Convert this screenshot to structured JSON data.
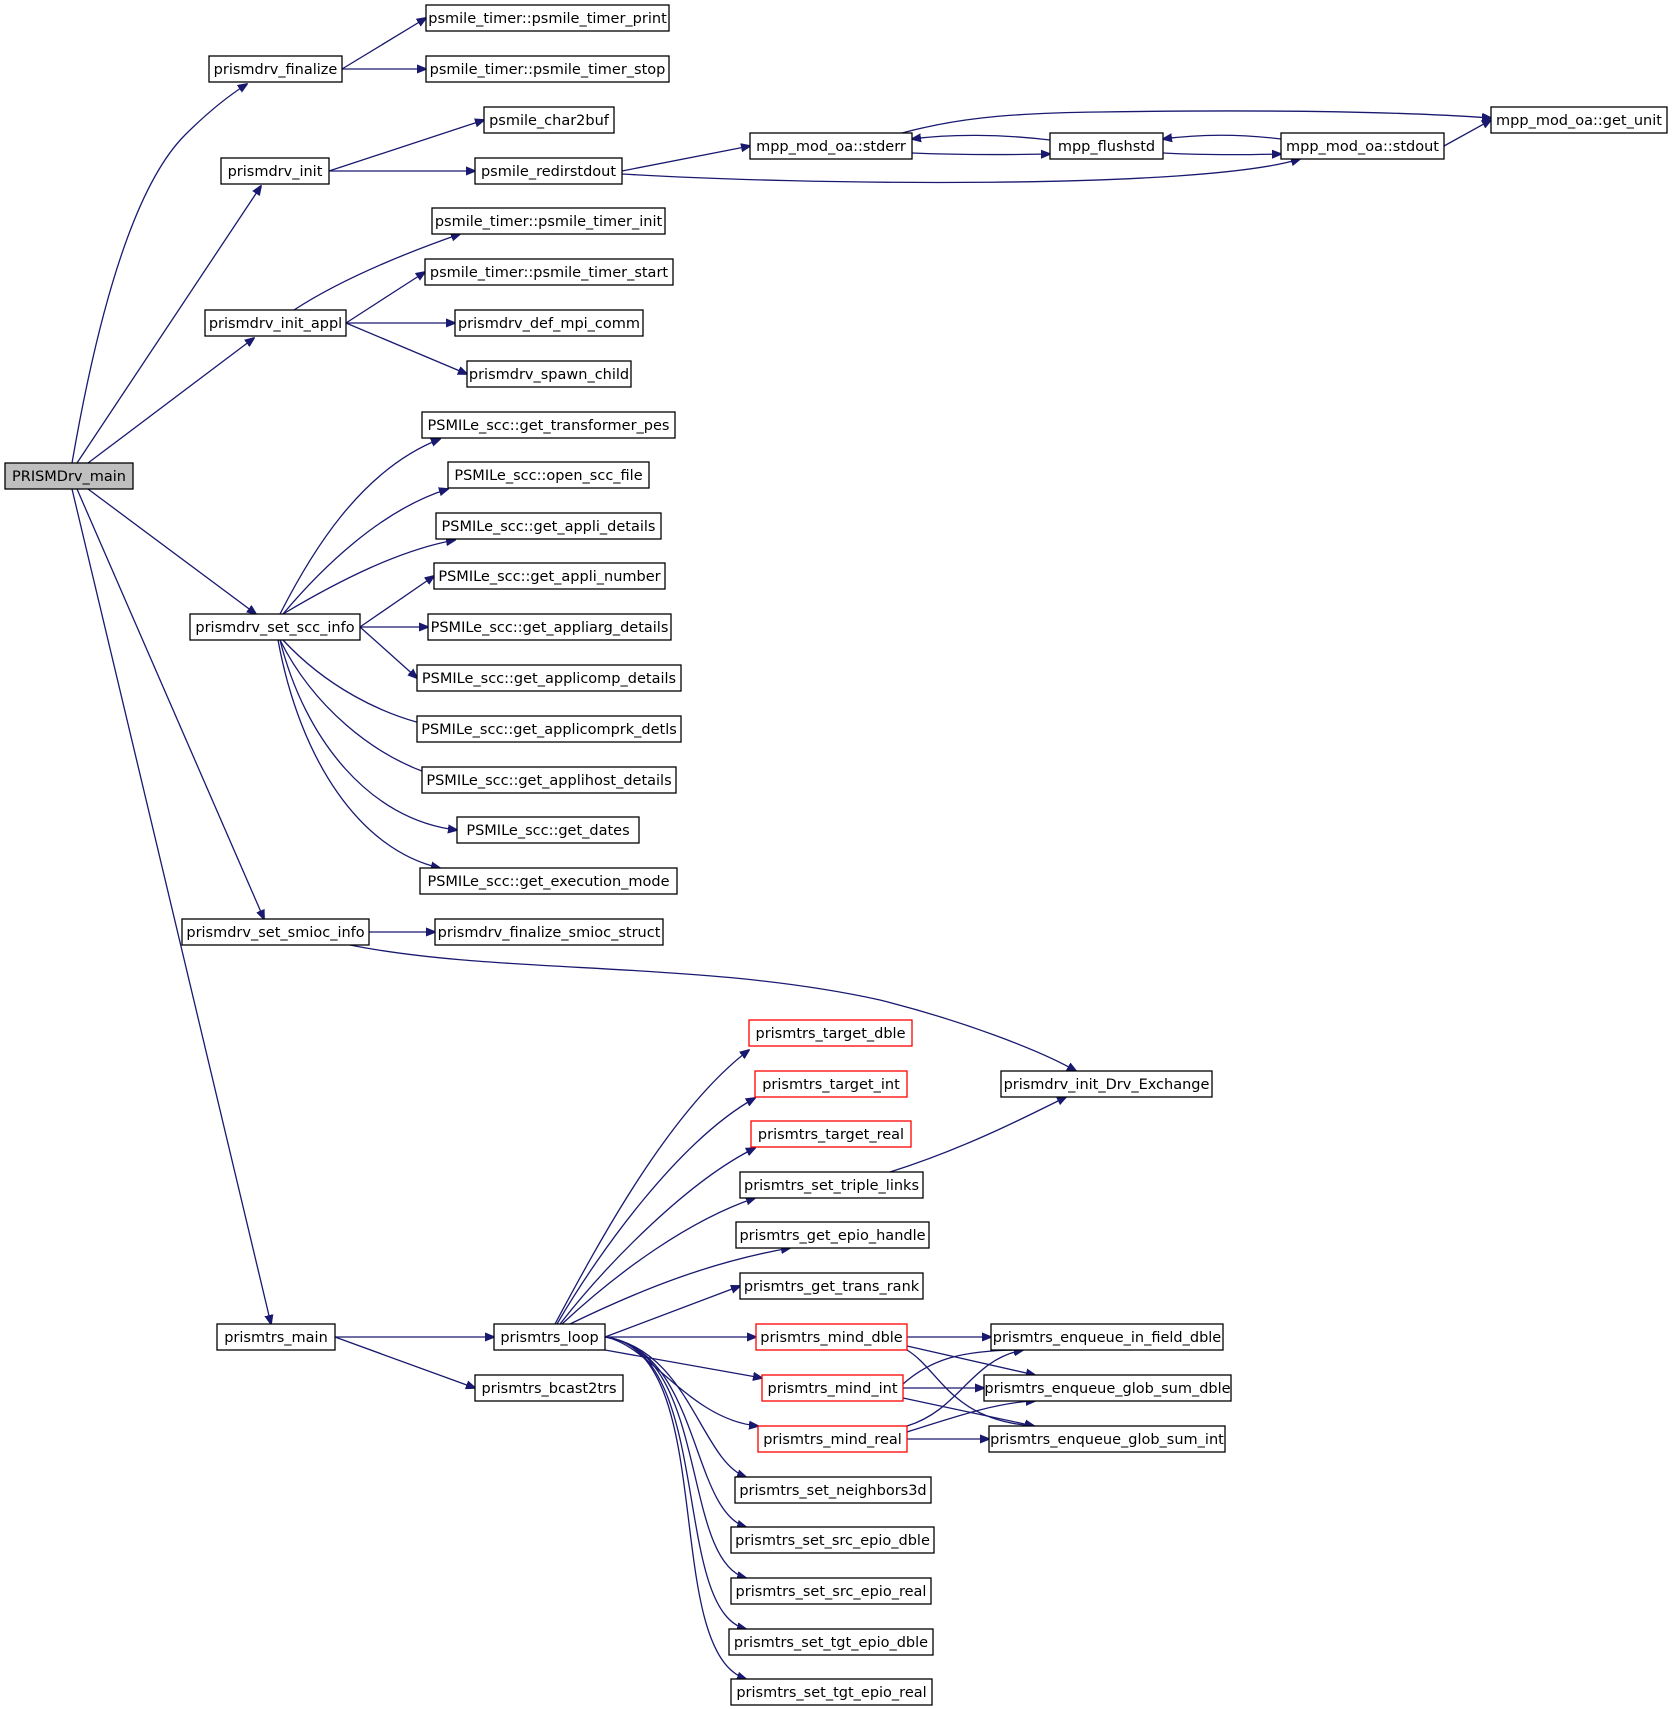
{
  "nodes": [
    {
      "id": "main",
      "label": "PRISMDrv_main",
      "style": "root"
    },
    {
      "id": "finalize",
      "label": "prismdrv_finalize"
    },
    {
      "id": "timer_print",
      "label": "psmile_timer::psmile_timer_print"
    },
    {
      "id": "timer_stop",
      "label": "psmile_timer::psmile_timer_stop"
    },
    {
      "id": "char2buf",
      "label": "psmile_char2buf"
    },
    {
      "id": "init",
      "label": "prismdrv_init"
    },
    {
      "id": "redirstdout",
      "label": "psmile_redirstdout"
    },
    {
      "id": "stderr",
      "label": "mpp_mod_oa::stderr"
    },
    {
      "id": "flushstd",
      "label": "mpp_flushstd"
    },
    {
      "id": "stdout",
      "label": "mpp_mod_oa::stdout"
    },
    {
      "id": "get_unit",
      "label": "mpp_mod_oa::get_unit"
    },
    {
      "id": "timer_init",
      "label": "psmile_timer::psmile_timer_init"
    },
    {
      "id": "timer_start",
      "label": "psmile_timer::psmile_timer_start"
    },
    {
      "id": "init_appl",
      "label": "prismdrv_init_appl"
    },
    {
      "id": "def_mpi_comm",
      "label": "prismdrv_def_mpi_comm"
    },
    {
      "id": "spawn_child",
      "label": "prismdrv_spawn_child"
    },
    {
      "id": "get_transformer_pes",
      "label": "PSMILe_scc::get_transformer_pes"
    },
    {
      "id": "open_scc_file",
      "label": "PSMILe_scc::open_scc_file"
    },
    {
      "id": "get_appli_details",
      "label": "PSMILe_scc::get_appli_details"
    },
    {
      "id": "get_appli_number",
      "label": "PSMILe_scc::get_appli_number"
    },
    {
      "id": "set_scc_info",
      "label": "prismdrv_set_scc_info"
    },
    {
      "id": "get_appliarg_details",
      "label": "PSMILe_scc::get_appliarg_details"
    },
    {
      "id": "get_applicomp_details",
      "label": "PSMILe_scc::get_applicomp_details"
    },
    {
      "id": "get_applicomprk_detls",
      "label": "PSMILe_scc::get_applicomprk_detls"
    },
    {
      "id": "get_applihost_details",
      "label": "PSMILe_scc::get_applihost_details"
    },
    {
      "id": "get_dates",
      "label": "PSMILe_scc::get_dates"
    },
    {
      "id": "get_execution_mode",
      "label": "PSMILe_scc::get_execution_mode"
    },
    {
      "id": "set_smioc_info",
      "label": "prismdrv_set_smioc_info"
    },
    {
      "id": "finalize_smioc_struct",
      "label": "prismdrv_finalize_smioc_struct"
    },
    {
      "id": "target_dble",
      "label": "prismtrs_target_dble",
      "style": "red"
    },
    {
      "id": "init_drv_exchange",
      "label": "prismdrv_init_Drv_Exchange"
    },
    {
      "id": "target_int",
      "label": "prismtrs_target_int",
      "style": "red"
    },
    {
      "id": "target_real",
      "label": "prismtrs_target_real",
      "style": "red"
    },
    {
      "id": "set_triple_links",
      "label": "prismtrs_set_triple_links"
    },
    {
      "id": "get_epio_handle",
      "label": "prismtrs_get_epio_handle"
    },
    {
      "id": "get_trans_rank",
      "label": "prismtrs_get_trans_rank"
    },
    {
      "id": "trs_main",
      "label": "prismtrs_main"
    },
    {
      "id": "trs_loop",
      "label": "prismtrs_loop"
    },
    {
      "id": "mind_dble",
      "label": "prismtrs_mind_dble",
      "style": "red"
    },
    {
      "id": "enq_field_dble",
      "label": "prismtrs_enqueue_in_field_dble"
    },
    {
      "id": "bcast2trs",
      "label": "prismtrs_bcast2trs"
    },
    {
      "id": "mind_int",
      "label": "prismtrs_mind_int",
      "style": "red"
    },
    {
      "id": "enq_glob_sum_dble",
      "label": "prismtrs_enqueue_glob_sum_dble"
    },
    {
      "id": "mind_real",
      "label": "prismtrs_mind_real",
      "style": "red"
    },
    {
      "id": "enq_glob_sum_int",
      "label": "prismtrs_enqueue_glob_sum_int"
    },
    {
      "id": "set_neighbors3d",
      "label": "prismtrs_set_neighbors3d"
    },
    {
      "id": "set_src_epio_dble",
      "label": "prismtrs_set_src_epio_dble"
    },
    {
      "id": "set_src_epio_real",
      "label": "prismtrs_set_src_epio_real"
    },
    {
      "id": "set_tgt_epio_dble",
      "label": "prismtrs_set_tgt_epio_dble"
    },
    {
      "id": "set_tgt_epio_real",
      "label": "prismtrs_set_tgt_epio_real"
    }
  ],
  "edges": [
    {
      "from": "main",
      "to": "finalize"
    },
    {
      "from": "main",
      "to": "init"
    },
    {
      "from": "main",
      "to": "init_appl"
    },
    {
      "from": "main",
      "to": "set_scc_info"
    },
    {
      "from": "main",
      "to": "set_smioc_info"
    },
    {
      "from": "main",
      "to": "trs_main"
    },
    {
      "from": "finalize",
      "to": "timer_print"
    },
    {
      "from": "finalize",
      "to": "timer_stop"
    },
    {
      "from": "init",
      "to": "char2buf"
    },
    {
      "from": "init",
      "to": "redirstdout"
    },
    {
      "from": "redirstdout",
      "to": "stderr"
    },
    {
      "from": "redirstdout",
      "to": "stdout"
    },
    {
      "from": "stderr",
      "to": "get_unit"
    },
    {
      "from": "stderr",
      "to": "flushstd"
    },
    {
      "from": "flushstd",
      "to": "stderr"
    },
    {
      "from": "flushstd",
      "to": "stdout"
    },
    {
      "from": "stdout",
      "to": "flushstd"
    },
    {
      "from": "stdout",
      "to": "get_unit"
    },
    {
      "from": "init_appl",
      "to": "timer_init"
    },
    {
      "from": "init_appl",
      "to": "timer_start"
    },
    {
      "from": "init_appl",
      "to": "def_mpi_comm"
    },
    {
      "from": "init_appl",
      "to": "spawn_child"
    },
    {
      "from": "set_scc_info",
      "to": "get_transformer_pes"
    },
    {
      "from": "set_scc_info",
      "to": "open_scc_file"
    },
    {
      "from": "set_scc_info",
      "to": "get_appli_details"
    },
    {
      "from": "set_scc_info",
      "to": "get_appli_number"
    },
    {
      "from": "set_scc_info",
      "to": "get_appliarg_details"
    },
    {
      "from": "set_scc_info",
      "to": "get_applicomp_details"
    },
    {
      "from": "set_scc_info",
      "to": "get_applicomprk_detls"
    },
    {
      "from": "set_scc_info",
      "to": "get_applihost_details"
    },
    {
      "from": "set_scc_info",
      "to": "get_dates"
    },
    {
      "from": "set_scc_info",
      "to": "get_execution_mode"
    },
    {
      "from": "set_smioc_info",
      "to": "finalize_smioc_struct"
    },
    {
      "from": "set_smioc_info",
      "to": "init_drv_exchange"
    },
    {
      "from": "set_triple_links",
      "to": "init_drv_exchange"
    },
    {
      "from": "trs_main",
      "to": "trs_loop"
    },
    {
      "from": "trs_main",
      "to": "bcast2trs"
    },
    {
      "from": "trs_loop",
      "to": "target_dble"
    },
    {
      "from": "trs_loop",
      "to": "target_int"
    },
    {
      "from": "trs_loop",
      "to": "target_real"
    },
    {
      "from": "trs_loop",
      "to": "set_triple_links"
    },
    {
      "from": "trs_loop",
      "to": "get_epio_handle"
    },
    {
      "from": "trs_loop",
      "to": "get_trans_rank"
    },
    {
      "from": "trs_loop",
      "to": "mind_dble"
    },
    {
      "from": "trs_loop",
      "to": "mind_int"
    },
    {
      "from": "trs_loop",
      "to": "mind_real"
    },
    {
      "from": "trs_loop",
      "to": "set_neighbors3d"
    },
    {
      "from": "trs_loop",
      "to": "set_src_epio_dble"
    },
    {
      "from": "trs_loop",
      "to": "set_src_epio_real"
    },
    {
      "from": "trs_loop",
      "to": "set_tgt_epio_dble"
    },
    {
      "from": "trs_loop",
      "to": "set_tgt_epio_real"
    },
    {
      "from": "mind_dble",
      "to": "enq_field_dble"
    },
    {
      "from": "mind_dble",
      "to": "enq_glob_sum_dble"
    },
    {
      "from": "mind_dble",
      "to": "enq_glob_sum_int"
    },
    {
      "from": "mind_int",
      "to": "enq_field_dble"
    },
    {
      "from": "mind_int",
      "to": "enq_glob_sum_dble"
    },
    {
      "from": "mind_int",
      "to": "enq_glob_sum_int"
    },
    {
      "from": "mind_real",
      "to": "enq_field_dble"
    },
    {
      "from": "mind_real",
      "to": "enq_glob_sum_dble"
    },
    {
      "from": "mind_real",
      "to": "enq_glob_sum_int"
    }
  ]
}
